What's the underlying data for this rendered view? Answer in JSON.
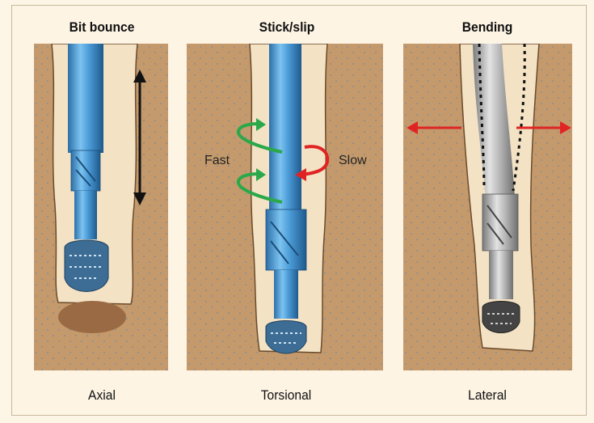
{
  "panels": [
    {
      "title": "Bit bounce",
      "caption": "Axial"
    },
    {
      "title": "Stick/slip",
      "caption": "Torsional"
    },
    {
      "title": "Bending",
      "caption": "Lateral"
    }
  ],
  "annotations": {
    "fast": "Fast",
    "slow": "Slow"
  },
  "colors": {
    "formation": "#c49a6c",
    "borehole": "#f3e2c4",
    "pipe_blue": "#5aa7dc",
    "pipe_gray": "#b5b5b5",
    "arrow_black": "#111111",
    "arrow_green": "#2aa84a",
    "arrow_red": "#e02424",
    "cuttings": "#9a6a45"
  },
  "icons": [
    "double-arrow-vertical-icon",
    "rotation-fast-arrow-icon",
    "rotation-slow-arrow-icon",
    "double-arrow-horizontal-icon"
  ]
}
